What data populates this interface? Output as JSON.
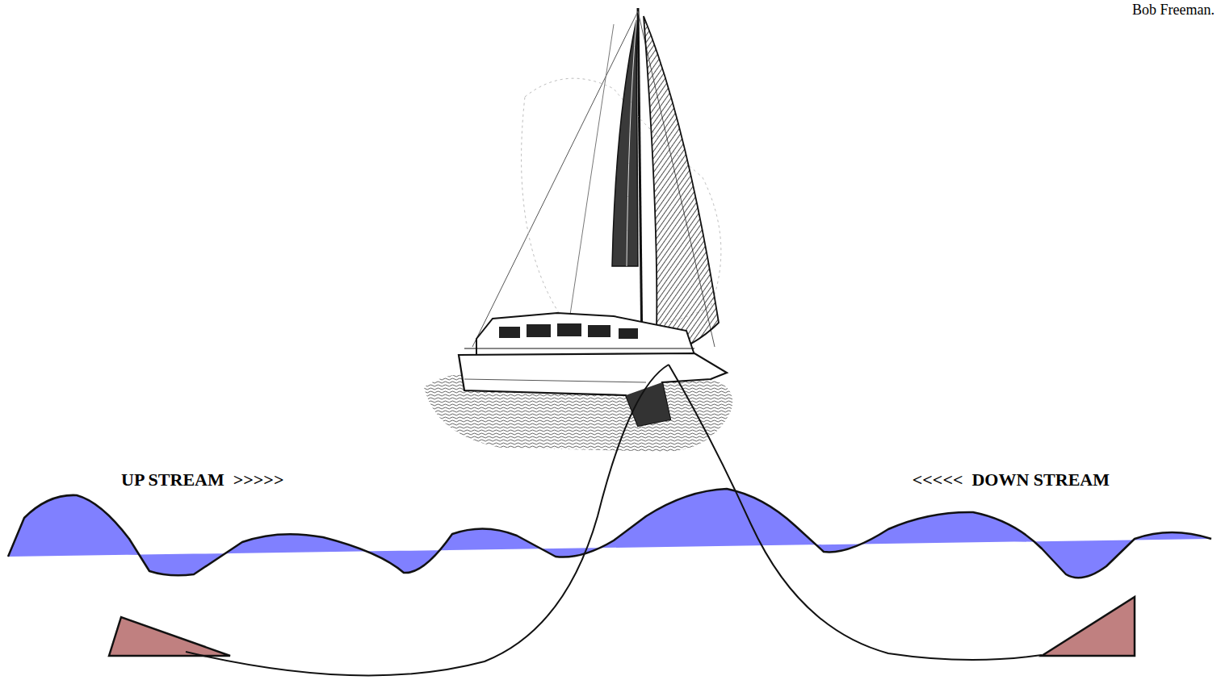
{
  "diagram": {
    "labels": [
      "Bob Freeman.",
      "UP STREAM  >>>>>",
      "<<<<<  DOWN STREAM"
    ]
  }
}
